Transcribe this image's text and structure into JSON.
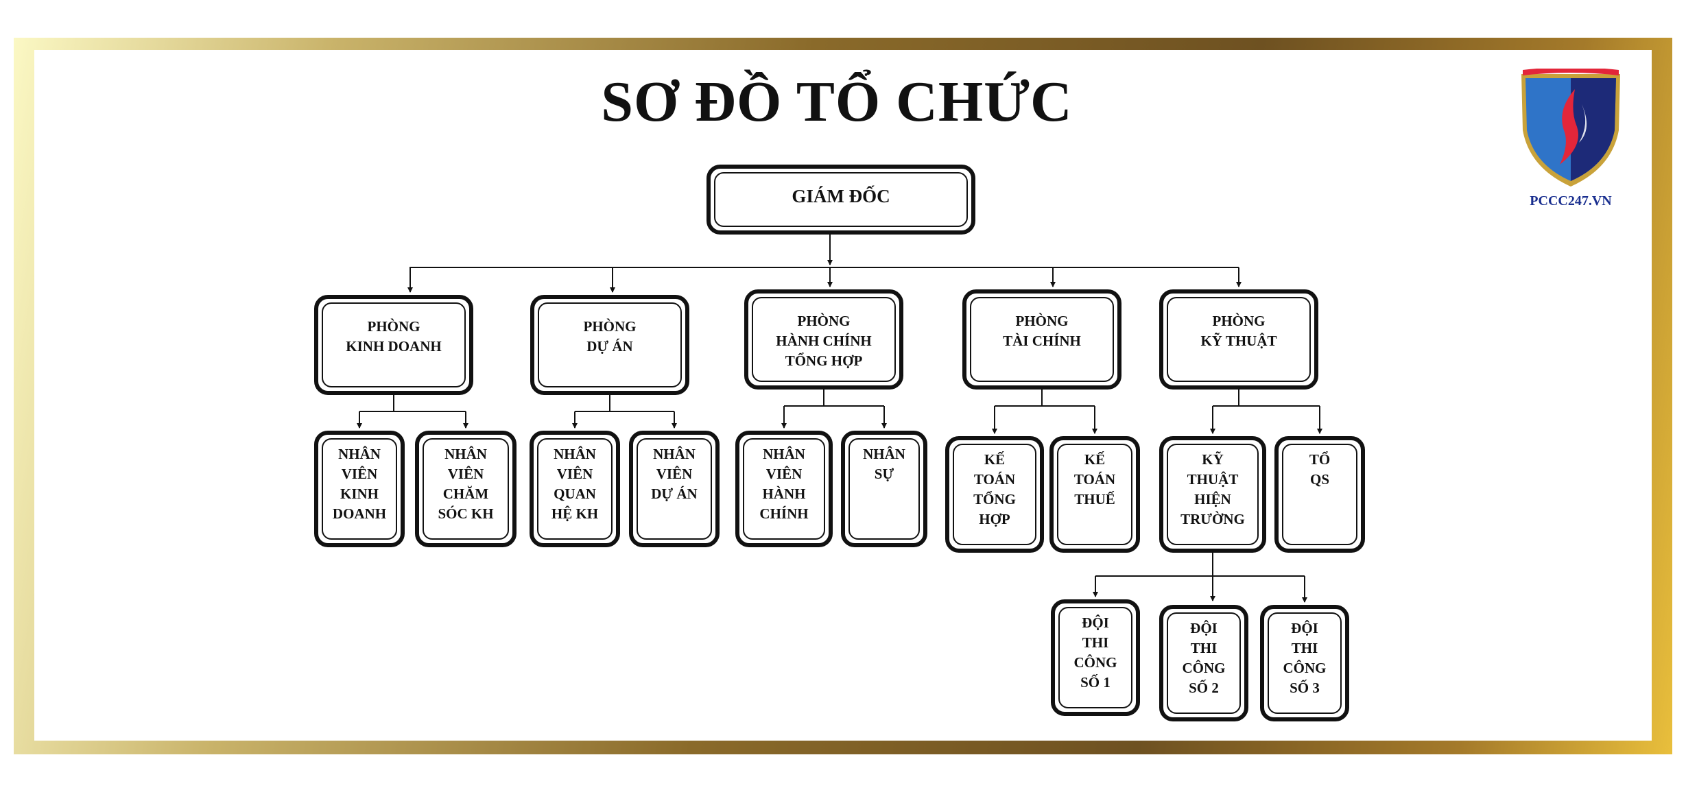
{
  "title": "SƠ ĐỒ TỔ CHỨC",
  "brand": {
    "name": "PCCC247.VN",
    "colors": {
      "shield_blue": "#2f74c8",
      "shield_navy": "#1d2a78",
      "flame_red": "#e3263a",
      "gold": "#c9a23a"
    }
  },
  "org": {
    "director": "GIÁM ĐỐC",
    "departments": [
      {
        "name": "PHÒNG\nKINH DOANH",
        "units": [
          "NHÂN\nVIÊN\nKINH\nDOANH",
          "NHÂN\nVIÊN\nCHĂM\nSÓC KH"
        ]
      },
      {
        "name": "PHÒNG\nDỰ ÁN",
        "units": [
          "NHÂN\nVIÊN\nQUAN\nHỆ KH",
          "NHÂN\nVIÊN\nDỰ ÁN"
        ]
      },
      {
        "name": "PHÒNG\nHÀNH CHÍNH\nTỔNG HỢP",
        "units": [
          "NHÂN\nVIÊN\nHÀNH\nCHÍNH",
          "NHÂN\nSỰ"
        ]
      },
      {
        "name": "PHÒNG\nTÀI CHÍNH",
        "units": [
          "KẾ\nTOÁN\nTỔNG\nHỢP",
          "KẾ\nTOÁN\nTHUẾ"
        ]
      },
      {
        "name": "PHÒNG\nKỸ THUẬT",
        "units": [
          "KỸ\nTHUẬT\nHIỆN\nTRƯỜNG",
          "TỔ\nQS"
        ]
      }
    ],
    "field_teams": [
      "ĐỘI\nTHI\nCÔNG\nSỐ 1",
      "ĐỘI\nTHI\nCÔNG\nSỐ 2",
      "ĐỘI\nTHI\nCÔNG\nSỐ 3"
    ]
  }
}
